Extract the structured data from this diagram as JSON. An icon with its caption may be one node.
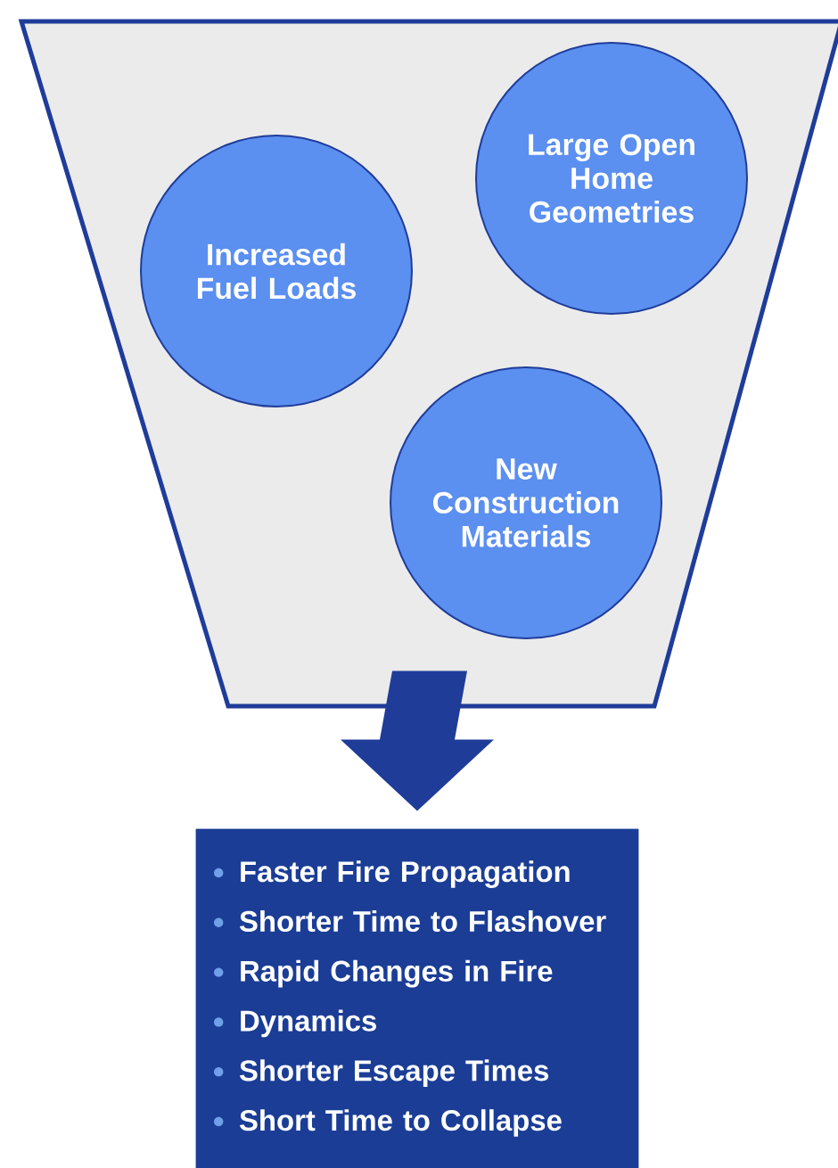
{
  "diagram": {
    "nodes": [
      {
        "text": [],
        "shape": "trapezoid"
      },
      {
        "text": [
          "Increased Fuel Loads"
        ],
        "in": 0
      },
      {
        "text": [
          "Large Open Home Geometries"
        ],
        "in": 0
      },
      {
        "text": [
          "New Construction Materials"
        ],
        "in": 0
      },
      {
        "text": [
          "Faster Fire Propagation",
          "Shorter Time to Flashover",
          "Rapid Changes in Fire",
          "Dynamics",
          "Shorter Escape Times",
          "Short Time to Collapse"
        ]
      }
    ],
    "edges": [
      {
        "from": 0,
        "to": 4,
        "arrow": "to",
        "style": "thick"
      }
    ]
  }
}
